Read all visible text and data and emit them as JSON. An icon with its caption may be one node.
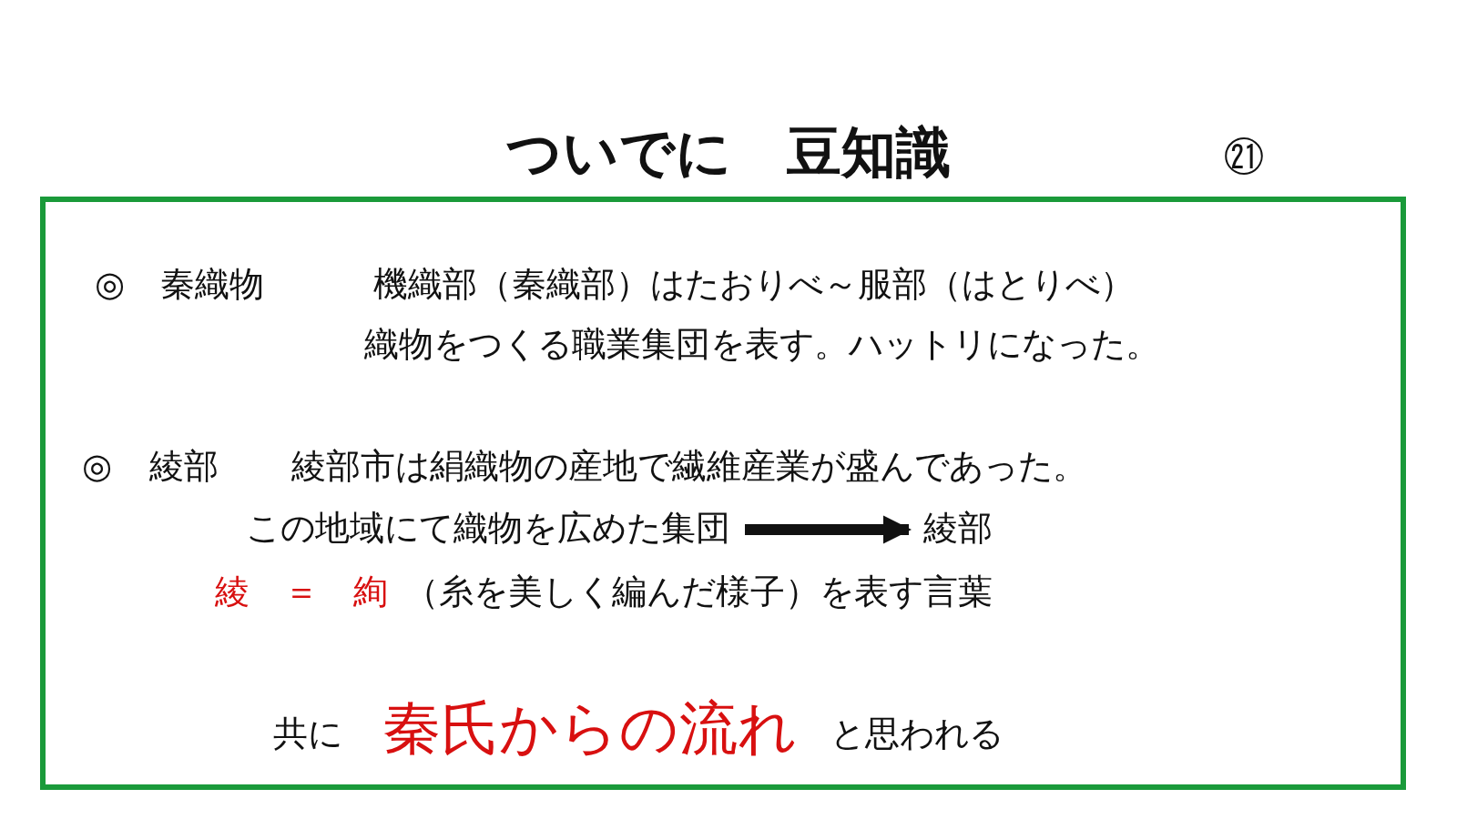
{
  "diagram": {
    "title": "ついでに　豆知識",
    "nodes": [
      {
        "text": [
          "この地域にて織物を広めた集団"
        ]
      },
      {
        "text": [
          "綾部"
        ]
      }
    ],
    "edges": [
      {
        "from": 0,
        "to": 1,
        "arrow": "to"
      }
    ],
    "labels": [
      "㉑",
      "◎",
      "秦織物",
      "機織部（秦織部）はたおりべ～服部（はとりべ）",
      "織物をつくる職業集団を表す。ハットリになった。",
      "◎",
      "綾部",
      "綾部市は絹織物の産地で繊維産業が盛んであった。",
      "綾　＝　絢",
      "（糸を美しく編んだ様子）を表す言葉",
      "共に",
      "秦氏からの流れ",
      "と思われる"
    ]
  }
}
